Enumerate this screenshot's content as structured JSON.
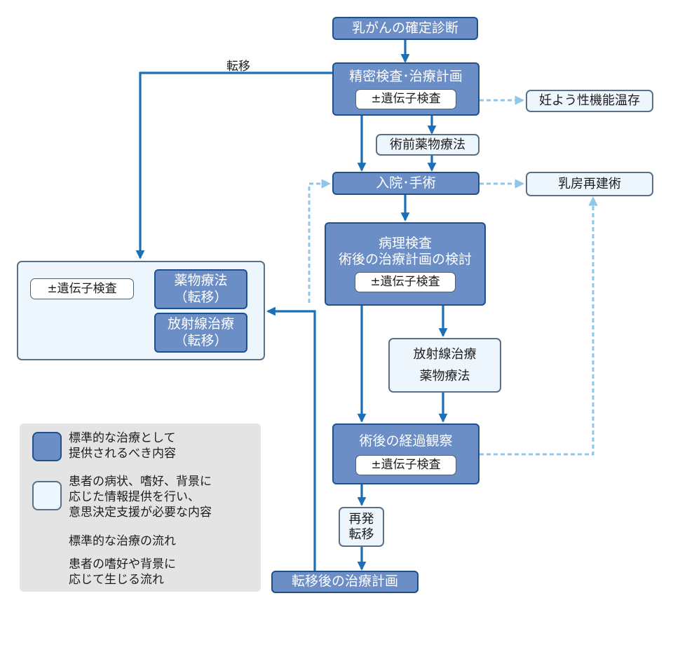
{
  "nodes": {
    "diagnosis": "乳がんの確定診断",
    "workup": "精密検査･治療計画",
    "workup_genetic": "±遺伝子検査",
    "fertility": "妊よう性機能温存",
    "preop_drug": "術前薬物療法",
    "surgery": "入院･手術",
    "reconstruction": "乳房再建術",
    "pathology_line1": "病理検査",
    "pathology_line2": "術後の治療計画の検討",
    "pathology_genetic": "±遺伝子検査",
    "adjuvant_line1": "放射線治療",
    "adjuvant_line2": "薬物療法",
    "followup": "術後の経過観察",
    "followup_genetic": "±遺伝子検査",
    "recurrence_line1": "再発",
    "recurrence_line2": "転移",
    "metastasis_plan": "転移後の治療計画",
    "meta_genetic": "±遺伝子検査",
    "meta_drug_line1": "薬物療法",
    "meta_drug_line2": "（転移）",
    "meta_radiation_line1": "放射線治療",
    "meta_radiation_line2": "（転移）"
  },
  "edge_labels": {
    "metastasis": "転移"
  },
  "legend": {
    "standard_line1": "標準的な治療として",
    "standard_line2": "提供されるべき内容",
    "optional_line1": "患者の病状、嗜好、背景に",
    "optional_line2": "応じた情報提供を行い、",
    "optional_line3": "意思決定支援が必要な内容",
    "standard_flow": "標準的な治療の流れ",
    "optional_flow_line1": "患者の嗜好や背景に",
    "optional_flow_line2": "応じて生じる流れ"
  },
  "colors": {
    "standard_fill": "#6b8ec6",
    "standard_border": "#1f4f8c",
    "optional_fill": "#eef6fd",
    "optional_border": "#5b6f86",
    "solid_arrow": "#1a6fb8",
    "dotted_arrow": "#8fc7ea",
    "legend_bg": "#e4e4e4"
  }
}
